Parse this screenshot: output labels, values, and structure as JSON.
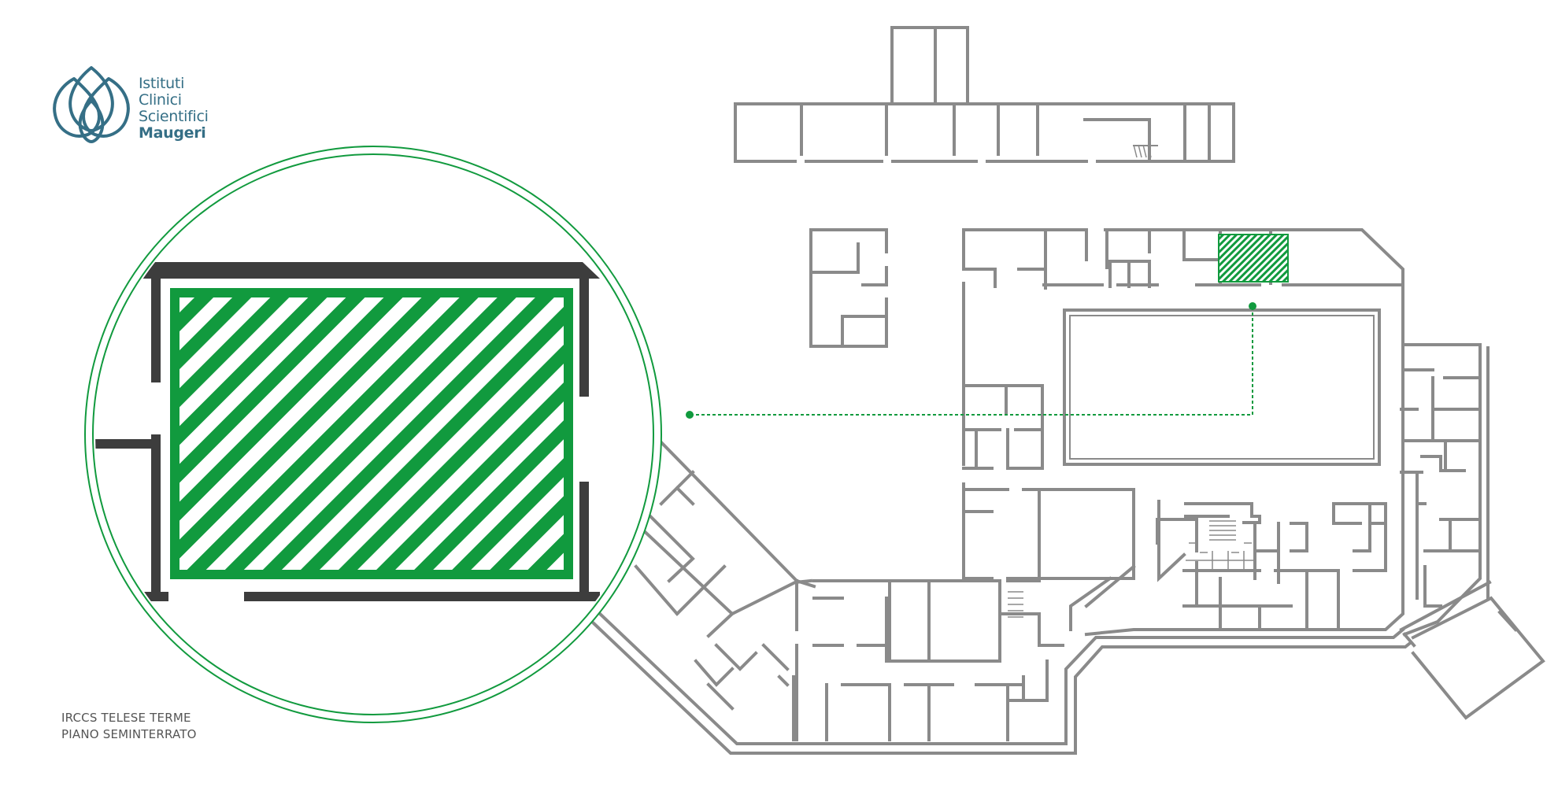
{
  "logo": {
    "line1": "Istituti",
    "line2": "Clinici",
    "line3": "Scientifici",
    "line4": "Maugeri",
    "icon": "drop-petals-logo-icon",
    "color": "#356f86"
  },
  "caption": {
    "line1": "IRCCS TELESE TERME",
    "line2": "PIANO SEMINTERRATO"
  },
  "map": {
    "highlight_color": "#119a3e",
    "wall_color": "#8a8a8a",
    "zoom_wall_color": "#3d3d3d",
    "zoom_view": "magnified-highlighted-room"
  }
}
